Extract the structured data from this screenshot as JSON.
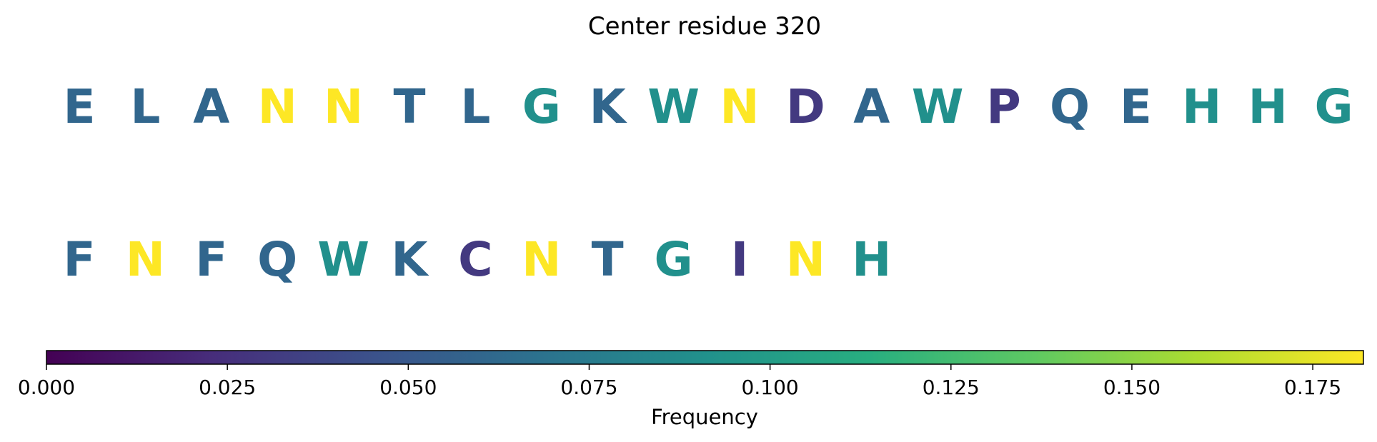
{
  "chart_data": {
    "type": "sequence-logo",
    "title": "Center residue 320",
    "rows": [
      {
        "letters": [
          "E",
          "L",
          "A",
          "N",
          "N",
          "T",
          "L",
          "G",
          "K",
          "W",
          "N",
          "D",
          "A",
          "W",
          "P",
          "Q",
          "E",
          "H",
          "H",
          "G"
        ],
        "frequencies": [
          0.06,
          0.06,
          0.06,
          0.182,
          0.182,
          0.06,
          0.06,
          0.09,
          0.06,
          0.09,
          0.182,
          0.03,
          0.06,
          0.09,
          0.03,
          0.06,
          0.06,
          0.09,
          0.09,
          0.09
        ]
      },
      {
        "letters": [
          "F",
          "N",
          "F",
          "Q",
          "W",
          "K",
          "C",
          "N",
          "T",
          "G",
          "I",
          "N",
          "H"
        ],
        "frequencies": [
          0.06,
          0.182,
          0.06,
          0.06,
          0.09,
          0.06,
          0.03,
          0.182,
          0.06,
          0.09,
          0.03,
          0.182,
          0.09
        ]
      }
    ],
    "colorbar": {
      "label": "Frequency",
      "min": 0.0,
      "max": 0.182,
      "colormap": "viridis",
      "ticks": [
        0.0,
        0.025,
        0.05,
        0.075,
        0.1,
        0.125,
        0.15,
        0.175
      ],
      "tick_labels": [
        "0.000",
        "0.025",
        "0.050",
        "0.075",
        "0.100",
        "0.125",
        "0.150",
        "0.175"
      ]
    }
  }
}
